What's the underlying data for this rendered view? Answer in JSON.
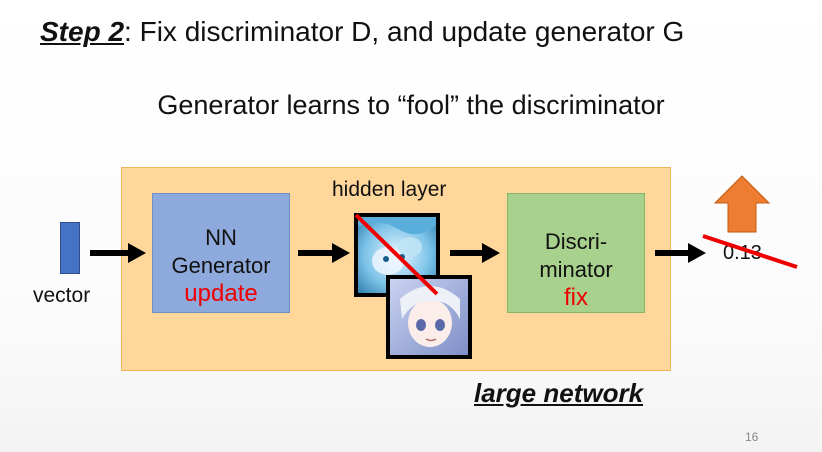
{
  "title": {
    "step": "Step 2",
    "rest": ": Fix discriminator D, and update generator G"
  },
  "subtitle": "Generator learns to “fool” the discriminator",
  "vector_label": "vector",
  "generator": {
    "line1": "NN",
    "line2": "Generator",
    "action": "update"
  },
  "hidden_layer_label": "hidden layer",
  "discriminator": {
    "line1": "Discri-",
    "line2": "minator",
    "action": "fix"
  },
  "output_score": "0.13",
  "network_label": "large network",
  "page_number": "16",
  "colors": {
    "network_bg": "#ffd79b",
    "generator_bg": "#8ea9db",
    "discriminator_bg": "#a9d18e",
    "vector": "#4472c4",
    "highlight_red": "#ee0000",
    "up_arrow": "#ed7d31"
  },
  "icons": [
    "up-arrow-icon",
    "right-arrow-icon",
    "strike-line"
  ]
}
